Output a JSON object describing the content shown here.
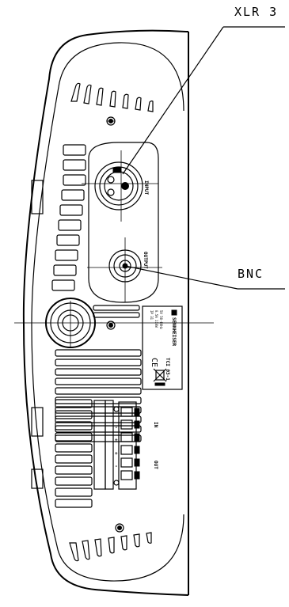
{
  "callouts": {
    "xlr": "XLR 3",
    "bnc": "BNC"
  },
  "panel": {
    "input_label": "INPUT",
    "output_label": "OUTPUT",
    "brand": "SENNHEISER",
    "model": "TCI 03-1",
    "rating_line1": "5V 50-60Hz",
    "rating_line2": "0.5A 110W",
    "rating_line3": "IP 31",
    "ce_mark": "CE",
    "terminal_in_label": "IN",
    "terminal_out_label": "OUT",
    "terminal_symbols": [
      "-",
      "+",
      "+",
      "-"
    ]
  },
  "icons": [
    "screw-icon",
    "ground-icon",
    "weee-bin-icon",
    "sennheiser-logo-icon"
  ]
}
